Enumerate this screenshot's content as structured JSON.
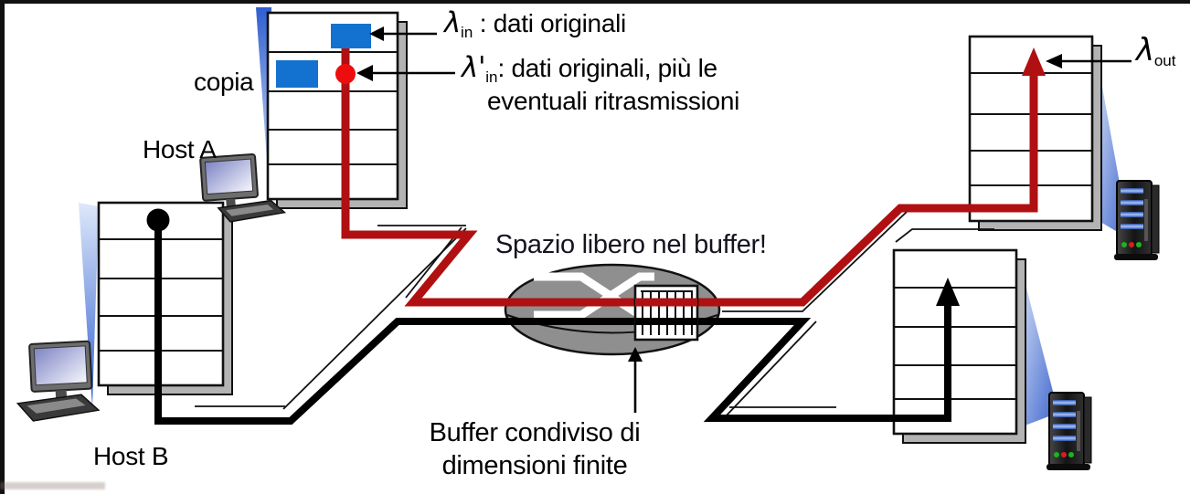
{
  "diagram": {
    "hosts": {
      "host_a_label": "Host A",
      "host_b_label": "Host B"
    },
    "labels": {
      "copy": "copia",
      "lambda_in": {
        "symbol": "λ",
        "sub": "in",
        "rest": " : dati originali"
      },
      "lambda_in_prime": {
        "symbol": "λ'",
        "sub": "in",
        "rest": ": dati originali, più le",
        "line2": "eventuali ritrasmissioni"
      },
      "lambda_out": {
        "symbol": "λ",
        "sub": "out"
      },
      "free_space": "Spazio libero nel buffer!",
      "shared_buffer": {
        "line1": "Buffer condiviso di",
        "line2": "dimensioni finite"
      }
    },
    "colors": {
      "red_path": "#b01012",
      "bright_red": "#ee0d0d",
      "packet_blue": "#1372d0",
      "router_gray": "#8f8f8f",
      "shadow_gray": "#b3b3b3",
      "black_path": "#000000",
      "beam_blue": "#3a62cc",
      "free_space_text": "#14141f"
    },
    "icons": [
      "desktop-computer-icon",
      "server-tower-icon",
      "router-icon",
      "buffer-hatch-icon",
      "arrowhead-icon"
    ]
  }
}
